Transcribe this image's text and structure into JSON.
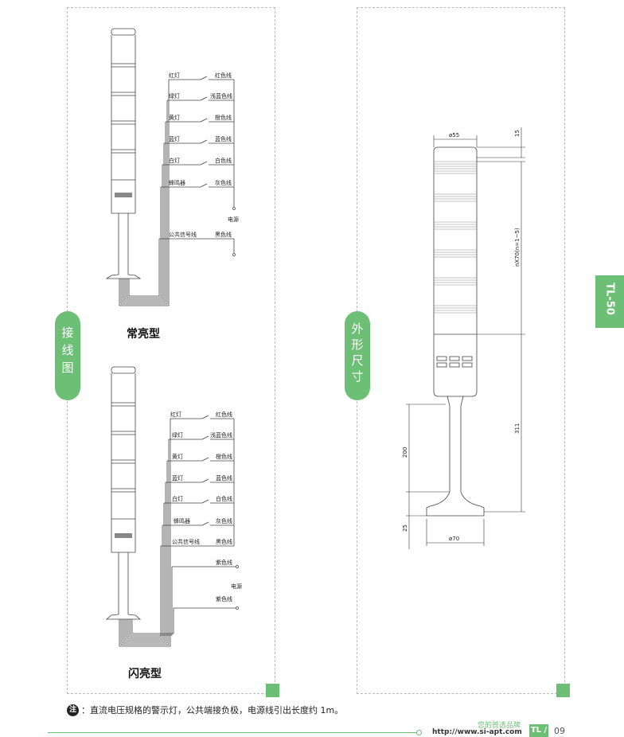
{
  "side_tab": {
    "label": "TL-50"
  },
  "left_panel": {
    "pill_chars": [
      "接",
      "线",
      "图"
    ],
    "steady": {
      "title": "常亮型",
      "wires": [
        {
          "lamp": "红灯",
          "wire": "红色线"
        },
        {
          "lamp": "绿灯",
          "wire": "浅蓝色线"
        },
        {
          "lamp": "黄灯",
          "wire": "橙色线"
        },
        {
          "lamp": "蓝灯",
          "wire": "蓝色线"
        },
        {
          "lamp": "白灯",
          "wire": "白色线"
        },
        {
          "lamp": "蜂鸣器",
          "wire": "灰色线"
        }
      ],
      "power_label": "电源",
      "common": {
        "lamp": "公共信号线",
        "wire": "黑色线"
      }
    },
    "flash": {
      "title": "闪亮型",
      "wires": [
        {
          "lamp": "红灯",
          "wire": "红色线"
        },
        {
          "lamp": "绿灯",
          "wire": "浅蓝色线"
        },
        {
          "lamp": "黄灯",
          "wire": "橙色线"
        },
        {
          "lamp": "蓝灯",
          "wire": "蓝色线"
        },
        {
          "lamp": "白灯",
          "wire": "白色线"
        },
        {
          "lamp": "蜂鸣器",
          "wire": "灰色线"
        },
        {
          "lamp": "公共信号线",
          "wire": "黑色线"
        }
      ],
      "power_top": "紫色线",
      "power_label": "电源",
      "power_bottom": "紫色线"
    }
  },
  "right_panel": {
    "pill_chars": [
      "外",
      "形",
      "尺",
      "寸"
    ],
    "dims": {
      "top_dia": "ø55",
      "cap_h": "15",
      "stack_h": "nX70(n=1~5)",
      "pole_total": "311",
      "pole_h": "200",
      "base_h": "25",
      "base_dia": "ø70"
    }
  },
  "note": {
    "icon": "注",
    "text": "：直流电压规格的警示灯，公共端接负极，电源线引出长度约 1m。"
  },
  "footer": {
    "slogan": "您的首选品牌",
    "url": "http://www.si-apt.com",
    "tl": "TL /",
    "page": "09"
  },
  "colors": {
    "accent": "#6cbf74"
  }
}
